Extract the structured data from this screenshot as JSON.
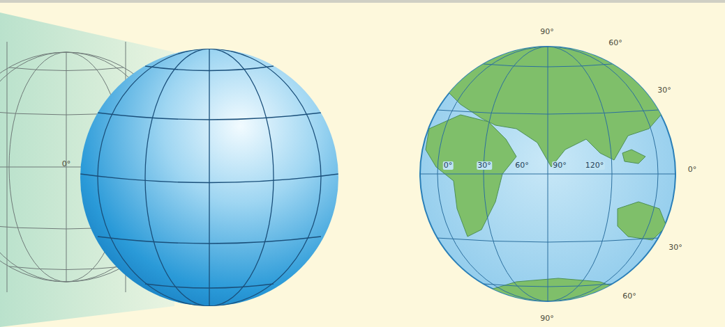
{
  "diagram": {
    "labels": [
      "0°",
      "90°",
      "60°",
      "30°",
      "0°",
      "30°",
      "60°",
      "90°",
      "0°",
      "30°",
      "60°",
      "90°",
      "120°"
    ]
  }
}
